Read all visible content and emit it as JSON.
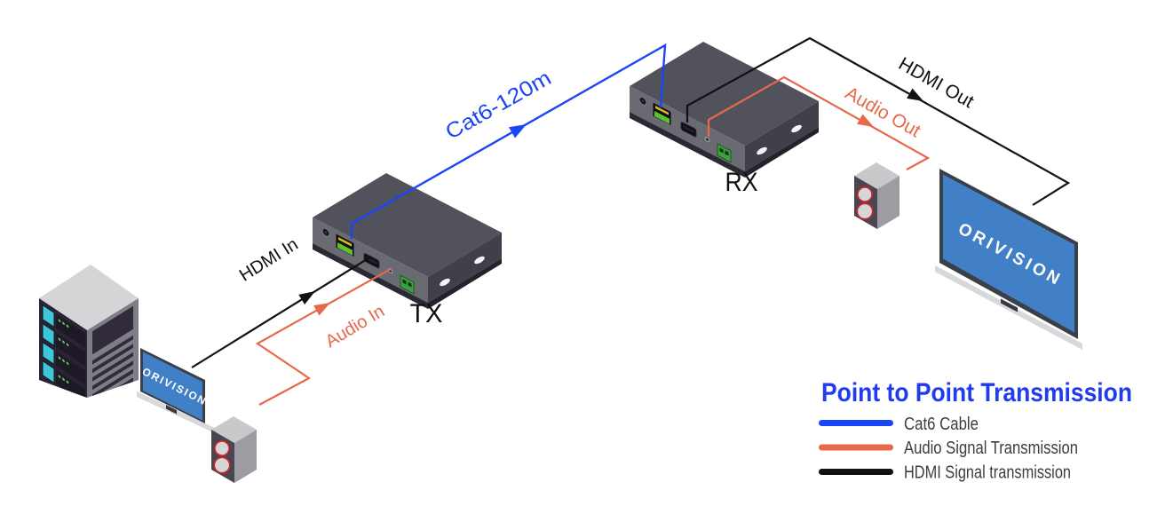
{
  "labels": {
    "tx": "TX",
    "rx": "RX",
    "cable": "Cat6-120m",
    "hdmi_in": "HDMI In",
    "audio_in": "Audio In",
    "hdmi_out": "HDMI Out",
    "audio_out": "Audio Out"
  },
  "brand": {
    "source_monitor": "ORIVISION",
    "display_monitor": "ORIVISION"
  },
  "legend": {
    "title": "Point to Point Transmission",
    "title_color": "#1f3cee",
    "items": [
      {
        "label": "Cat6 Cable",
        "color": "#1b46f7"
      },
      {
        "label": "Audio Signal Transmission",
        "color": "#e7694b"
      },
      {
        "label": "HDMI Signal transmission",
        "color": "#111111"
      }
    ]
  }
}
